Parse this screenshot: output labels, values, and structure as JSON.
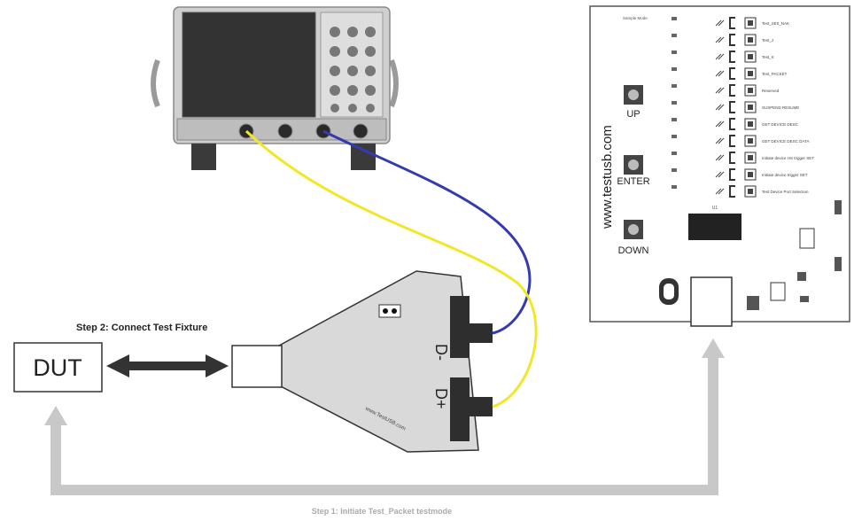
{
  "dut_label": "DUT",
  "step2_label": "Step 2: Connect Test Fixture",
  "step1_label": "Step 1: Initiate Test_Packet testmode",
  "fixture": {
    "d_minus": "D-",
    "d_plus": "D+",
    "url": "www.TestUSB.com"
  },
  "board": {
    "url": "www.testusb.com",
    "header_text": "Sample Mode",
    "up": "UP",
    "enter": "ENTER",
    "down": "DOWN",
    "ic_label": "U1",
    "test_modes": [
      "Test_SE0_NAK",
      "Test_J",
      "Test_K",
      "Test_PACKET",
      "Reserved",
      "SUSPEND RESUME",
      "GET DEVICE DESC",
      "GET DEVICE DESC DATA",
      "Initiate device HS trigger SET",
      "Initiate device trigger SET",
      "Test Device Port Selection"
    ]
  },
  "colors": {
    "yellow_cable": "#f2e62a",
    "blue_cable": "#343bb0",
    "arrow_gray": "#c8c8c8",
    "fixture_fill": "#d9d9d9"
  }
}
